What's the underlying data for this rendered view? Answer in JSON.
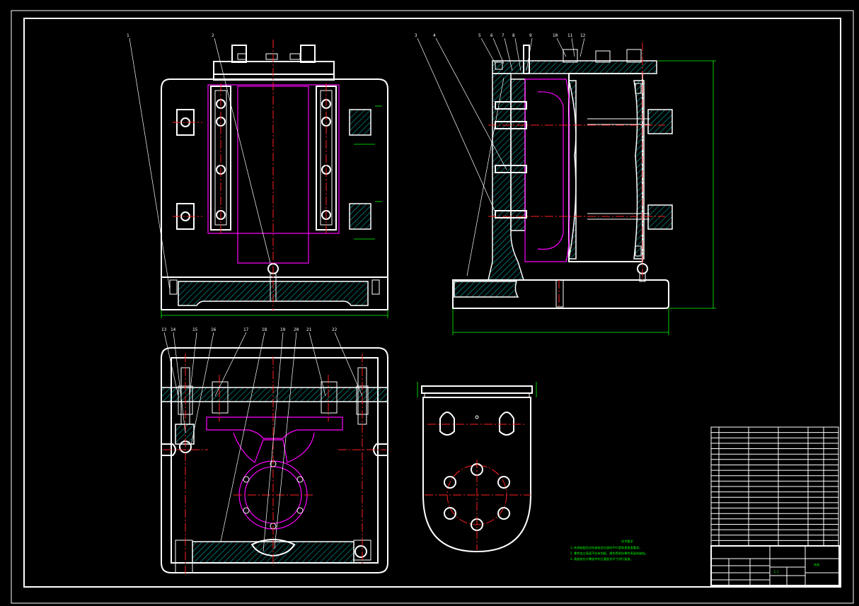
{
  "drawing": {
    "callouts_front": [
      "1",
      "2"
    ],
    "callouts_side": [
      "3",
      "4",
      "5",
      "6",
      "7",
      "8",
      "9",
      "10",
      "11",
      "12"
    ],
    "callouts_top": [
      "13",
      "14",
      "15",
      "16",
      "17",
      "18",
      "19",
      "20",
      "21",
      "22"
    ],
    "notes": {
      "heading": "技术要求",
      "lines": [
        "1.夹具装配后应检查各定位面的平行度和垂直度要求。",
        "2.零件加工表面不应有划痕、擦伤等损伤零件表面的缺陷。",
        "3.装配前应对零部件的主要配合尺寸进行复查。"
      ]
    },
    "title_block": {
      "title": "夹具",
      "scale": "1:1"
    },
    "colors": {
      "outline": "#ffffff",
      "hidden": "#ff00ff",
      "center": "#ff2020",
      "dimension": "#00ff00",
      "frame": "#ffffff"
    }
  }
}
